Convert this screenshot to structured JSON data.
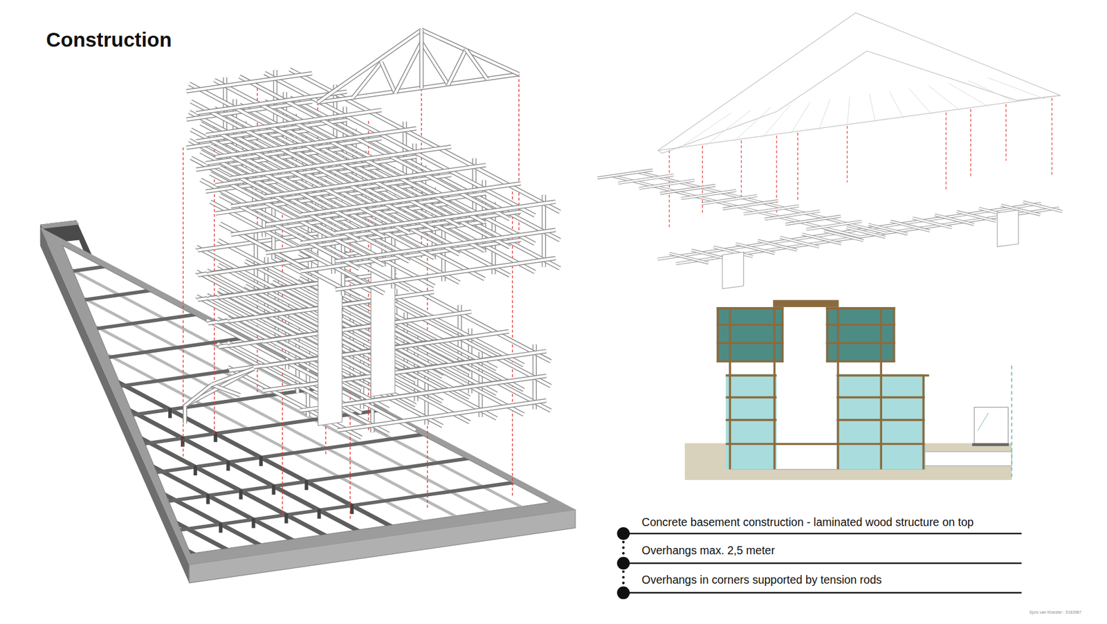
{
  "diagram": {
    "title": "Construction",
    "labels": [
      "Concrete basement construction - laminated wood structure on top",
      "Overhangs max. 2,5 meter",
      "Overhangs in corners supported by tension rods",
      "Sjors van Kloester - 5183987"
    ]
  }
}
